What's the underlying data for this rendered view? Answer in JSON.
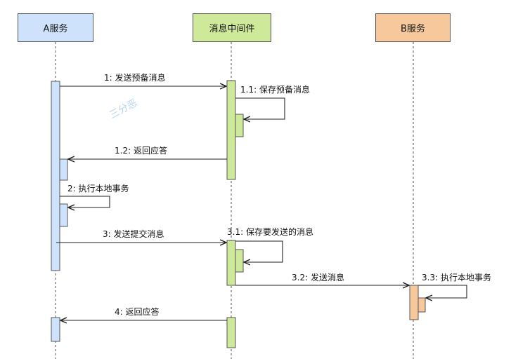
{
  "participants": {
    "a": "A服务",
    "mq": "消息中间件",
    "b": "B服务"
  },
  "messages": {
    "m1": "1: 发送预备消息",
    "m1_1": "1.1: 保存预备消息",
    "m1_2": "1.2: 返回应答",
    "m2": "2: 执行本地事务",
    "m3": "3: 发送提交消息",
    "m3_1": "3.1: 保存要发送的消息",
    "m3_2": "3.2: 发送消息",
    "m3_3": "3.3: 执行本地事务",
    "m4": "4: 返回应答"
  },
  "watermark": "三分恶",
  "colors": {
    "service_a": "#cfe2fb",
    "middleware": "#cfe99a",
    "service_b": "#f8c89d"
  }
}
